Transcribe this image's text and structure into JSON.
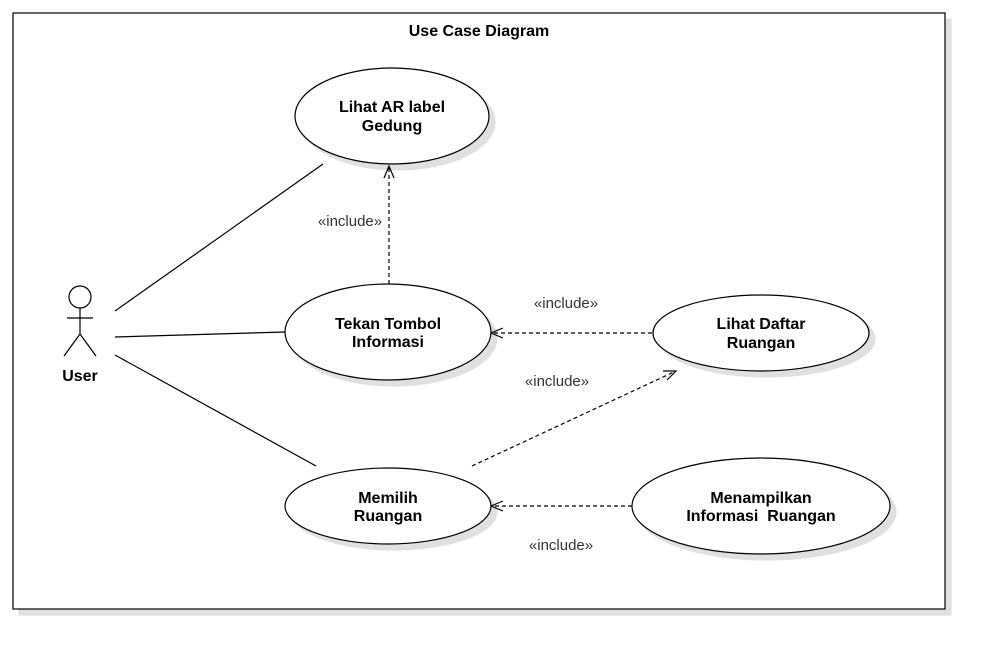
{
  "diagram": {
    "title": "Use Case Diagram",
    "actor": {
      "name": "User"
    },
    "use_cases": [
      {
        "id": "uc1",
        "lines": [
          "Lihat AR label",
          "Gedung"
        ]
      },
      {
        "id": "uc2",
        "lines": [
          "Tekan Tombol",
          "Informasi"
        ]
      },
      {
        "id": "uc3",
        "lines": [
          "Lihat Daftar",
          "Ruangan"
        ]
      },
      {
        "id": "uc4",
        "lines": [
          "Memilih",
          "Ruangan"
        ]
      },
      {
        "id": "uc5",
        "lines": [
          "Menampilkan",
          "Informasi  Ruangan"
        ]
      }
    ],
    "relations": [
      {
        "from": "uc2",
        "to": "uc1",
        "label": "«include»"
      },
      {
        "from": "uc3",
        "to": "uc2",
        "label": "«include»"
      },
      {
        "from": "uc4",
        "to": "uc3",
        "label": "«include»"
      },
      {
        "from": "uc5",
        "to": "uc4",
        "label": "«include»"
      }
    ]
  }
}
